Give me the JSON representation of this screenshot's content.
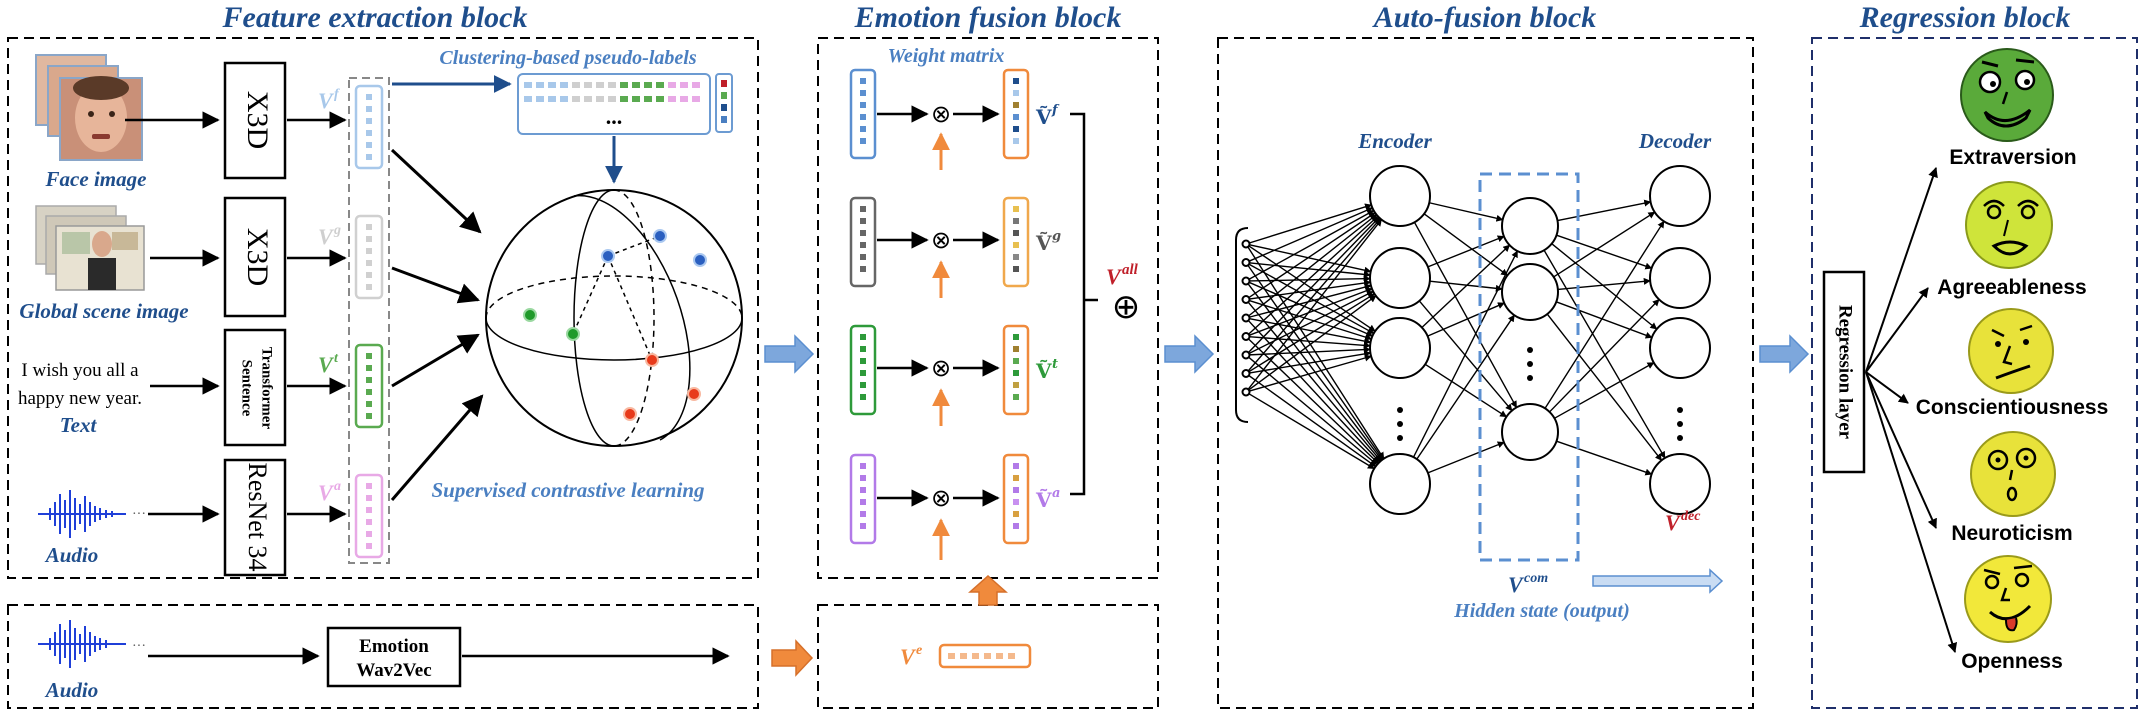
{
  "colors": {
    "blue_title": "#1f4e8c",
    "blue_light": "#5b8fd0",
    "face": "#a8c8ea",
    "global": "#cfcfcf",
    "text": "#5aaa50",
    "audio": "#e8a9e6",
    "emotion": "#f08a3c",
    "red": "#c0202a",
    "green_face": "#5aaa3a",
    "yellow_face": "#e8e23a"
  },
  "titles": {
    "feature": "Feature extraction block",
    "emotion": "Emotion fusion block",
    "auto": "Auto-fusion block",
    "regression": "Regression block"
  },
  "feature": {
    "face_label": "Face image",
    "global_label": "Global scene image",
    "text_line1": "I wish you all a",
    "text_line2": "happy new year.",
    "text_label": "Text",
    "audio_label": "Audio",
    "audio_label2": "Audio",
    "x3d_1": "X3D",
    "x3d_2": "X3D",
    "sentence_1": "Sentence",
    "sentence_2": "Transformer",
    "resnet": "ResNet 34",
    "emotion_w2v_1": "Emotion",
    "emotion_w2v_2": "Wav2Vec",
    "vf": "V",
    "vf_sup": "f",
    "vg": "V",
    "vg_sup": "g",
    "vt": "V",
    "vt_sup": "t",
    "va": "V",
    "va_sup": "a",
    "clustering": "Clustering-based pseudo-labels",
    "supervised": "Supervised contrastive learning",
    "ellipsis": "..."
  },
  "emotion_block": {
    "weight_matrix": "Weight matrix",
    "otimes": "⊗",
    "vtilde_f": "Ṽ",
    "vtilde_f_sup": "f",
    "vtilde_g": "Ṽ",
    "vtilde_g_sup": "g",
    "vtilde_t": "Ṽ",
    "vtilde_t_sup": "t",
    "vtilde_a": "Ṽ",
    "vtilde_a_sup": "a",
    "vall": "V",
    "vall_sup": "all",
    "oplus": "⊕",
    "ve": "V",
    "ve_sup": "e"
  },
  "auto": {
    "encoder": "Encoder",
    "decoder": "Decoder",
    "vcom": "V",
    "vcom_sup": "com",
    "vdec": "V",
    "vdec_sup": "dec",
    "hidden": "Hidden state (output)"
  },
  "regression": {
    "layer": "Regression layer",
    "traits": [
      "Extraversion",
      "Agreeableness",
      "Conscientiousness",
      "Neuroticism",
      "Openness"
    ]
  }
}
